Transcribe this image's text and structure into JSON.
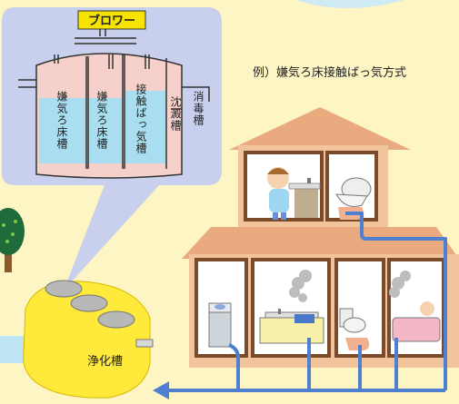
{
  "blower": {
    "label": "ブロワー"
  },
  "tank": {
    "chambers": [
      {
        "label": "嫌気ろ床槽"
      },
      {
        "label": "嫌気ろ床槽"
      },
      {
        "label": "接触ばっ気槽"
      },
      {
        "label": "沈澱槽"
      },
      {
        "label": "消毒槽"
      }
    ]
  },
  "caption": "例）嫌気ろ床接触ばっ気方式",
  "septic_tank": {
    "label": "浄化槽"
  },
  "colors": {
    "background": "#fdf6c4",
    "bubble": "#c9d0ee",
    "house": "#f2c49c",
    "roof": "#e8aa7e",
    "window_frame": "#7a4a2a",
    "pipe": "#4f7fd0",
    "tank_yellow": "#ffe93a",
    "tank_pink": "#f6d0cb",
    "water_blue": "#a9def0"
  },
  "icons": [
    "blower-icon",
    "tree-icon",
    "washbasin-icon",
    "toilet-icon",
    "washing-machine-icon",
    "kitchen-sink-icon",
    "bathtub-icon",
    "steam-icon",
    "arrow-left-icon"
  ]
}
